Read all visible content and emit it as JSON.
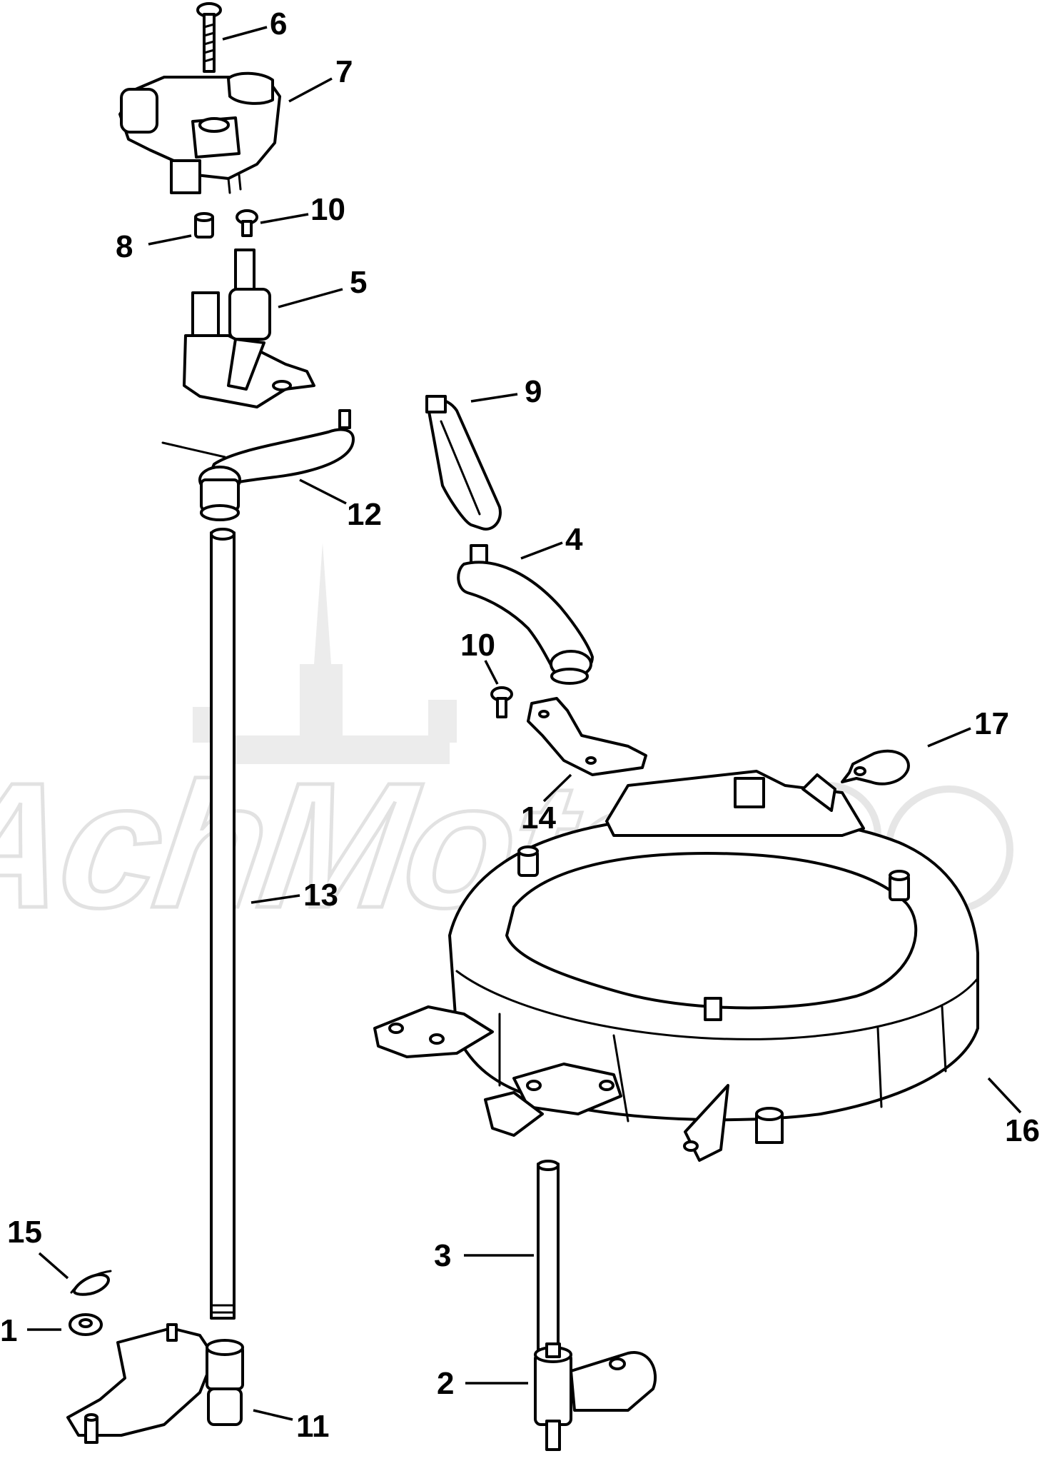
{
  "watermark": "AchMoto",
  "callouts": [
    {
      "id": "6",
      "text": "6"
    },
    {
      "id": "7",
      "text": "7"
    },
    {
      "id": "10a",
      "text": "10"
    },
    {
      "id": "8",
      "text": "8"
    },
    {
      "id": "5",
      "text": "5"
    },
    {
      "id": "9",
      "text": "9"
    },
    {
      "id": "12",
      "text": "12"
    },
    {
      "id": "4",
      "text": "4"
    },
    {
      "id": "10b",
      "text": "10"
    },
    {
      "id": "17",
      "text": "17"
    },
    {
      "id": "14",
      "text": "14"
    },
    {
      "id": "13",
      "text": "13"
    },
    {
      "id": "16",
      "text": "16"
    },
    {
      "id": "15",
      "text": "15"
    },
    {
      "id": "3",
      "text": "3"
    },
    {
      "id": "1",
      "text": "1"
    },
    {
      "id": "2",
      "text": "2"
    },
    {
      "id": "11",
      "text": "11"
    }
  ]
}
